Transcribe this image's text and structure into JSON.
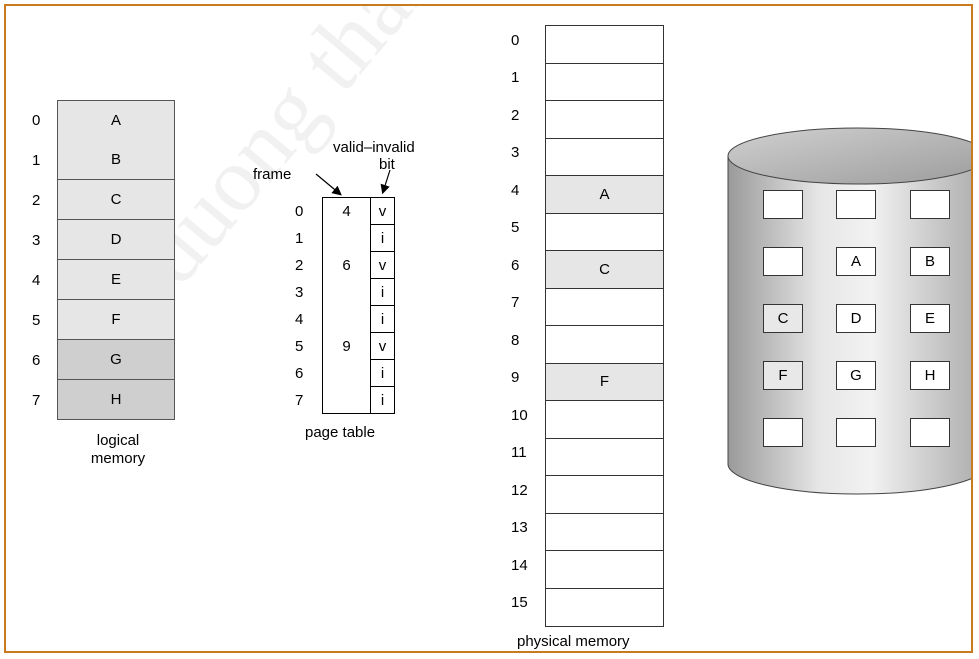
{
  "logical_memory": {
    "caption": "logical memory",
    "pages": [
      {
        "index": "0",
        "content": "A"
      },
      {
        "index": "1",
        "content": "B"
      },
      {
        "index": "2",
        "content": "C"
      },
      {
        "index": "3",
        "content": "D"
      },
      {
        "index": "4",
        "content": "E"
      },
      {
        "index": "5",
        "content": "F"
      },
      {
        "index": "6",
        "content": "G"
      },
      {
        "index": "7",
        "content": "H"
      }
    ]
  },
  "page_table": {
    "caption": "page table",
    "frame_label": "frame",
    "valid_invalid_label": "valid–invalid",
    "bit_label": "bit",
    "rows": [
      {
        "index": "0",
        "frame": "4",
        "bit": "v"
      },
      {
        "index": "1",
        "frame": "",
        "bit": "i"
      },
      {
        "index": "2",
        "frame": "6",
        "bit": "v"
      },
      {
        "index": "3",
        "frame": "",
        "bit": "i"
      },
      {
        "index": "4",
        "frame": "",
        "bit": "i"
      },
      {
        "index": "5",
        "frame": "9",
        "bit": "v"
      },
      {
        "index": "6",
        "frame": "",
        "bit": "i"
      },
      {
        "index": "7",
        "frame": "",
        "bit": "i"
      }
    ]
  },
  "physical_memory": {
    "caption": "physical memory",
    "frames": [
      {
        "index": "0",
        "content": ""
      },
      {
        "index": "1",
        "content": ""
      },
      {
        "index": "2",
        "content": ""
      },
      {
        "index": "3",
        "content": ""
      },
      {
        "index": "4",
        "content": "A"
      },
      {
        "index": "5",
        "content": ""
      },
      {
        "index": "6",
        "content": "C"
      },
      {
        "index": "7",
        "content": ""
      },
      {
        "index": "8",
        "content": ""
      },
      {
        "index": "9",
        "content": "F"
      },
      {
        "index": "10",
        "content": ""
      },
      {
        "index": "11",
        "content": ""
      },
      {
        "index": "12",
        "content": ""
      },
      {
        "index": "13",
        "content": ""
      },
      {
        "index": "14",
        "content": ""
      },
      {
        "index": "15",
        "content": ""
      }
    ]
  },
  "disk": {
    "slots": [
      {
        "content": "",
        "shaded": false
      },
      {
        "content": "",
        "shaded": false
      },
      {
        "content": "",
        "shaded": false
      },
      {
        "content": "",
        "shaded": false
      },
      {
        "content": "A",
        "shaded": false
      },
      {
        "content": "B",
        "shaded": false
      },
      {
        "content": "C",
        "shaded": true
      },
      {
        "content": "D",
        "shaded": false
      },
      {
        "content": "E",
        "shaded": false
      },
      {
        "content": "F",
        "shaded": true
      },
      {
        "content": "G",
        "shaded": false
      },
      {
        "content": "H",
        "shaded": false
      },
      {
        "content": "",
        "shaded": false
      },
      {
        "content": "",
        "shaded": false
      },
      {
        "content": "",
        "shaded": false
      }
    ]
  },
  "watermark": "cuu duong than cong . com",
  "colors": {
    "border": "#c87a1e",
    "cell_fill": "#e6e6e6",
    "cell_fill_dark": "#cfcfcf"
  }
}
